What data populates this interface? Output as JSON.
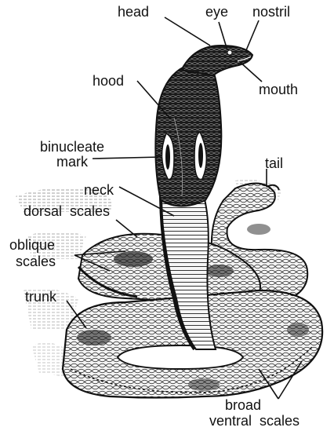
{
  "colors": {
    "ink": "#111111",
    "paper": "#ffffff",
    "scale_fill": "#f2f2f2"
  },
  "labels": {
    "head": "head",
    "eye": "eye",
    "nostril": "nostril",
    "mouth": "mouth",
    "hood": "hood",
    "binucleate_mark": [
      "binucleate",
      "mark"
    ],
    "tail": "tail",
    "neck": "neck",
    "dorsal_scales": "dorsal  scales",
    "oblique_scales": [
      "oblique",
      "scales"
    ],
    "trunk": "trunk",
    "broad_ventral_scales": [
      "broad",
      "ventral  scales"
    ]
  }
}
